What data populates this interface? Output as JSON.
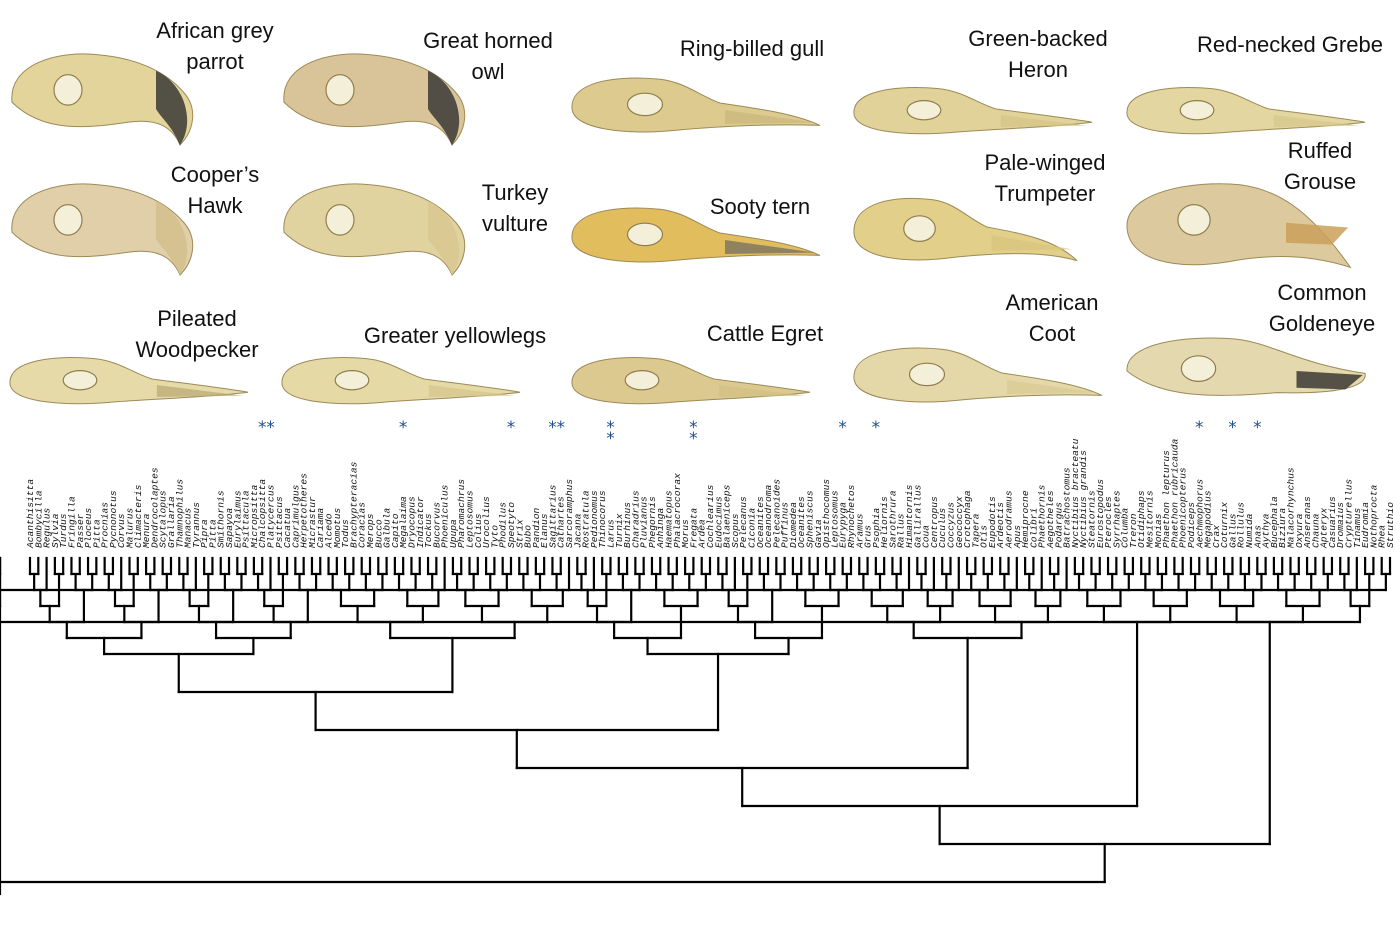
{
  "skulls": [
    {
      "label": [
        "African grey",
        "parrot"
      ],
      "shape": "hook",
      "bone": "#e2d49a",
      "beak": "#3a3a36"
    },
    {
      "label": [
        "Great horned",
        "owl"
      ],
      "shape": "hook",
      "bone": "#d9c49a",
      "beak": "#3a3a36"
    },
    {
      "label": [
        "Ring-billed gull"
      ],
      "shape": "long",
      "bone": "#dcca8e",
      "beak": "#c9b67a"
    },
    {
      "label": [
        "Green-backed",
        "Heron"
      ],
      "shape": "spear",
      "bone": "#e1d29a",
      "beak": "#d4c385"
    },
    {
      "label": [
        "Red-necked Grebe"
      ],
      "shape": "spear",
      "bone": "#e3d6a0",
      "beak": "#d6c68a"
    },
    {
      "label": [
        "Cooper’s",
        "Hawk"
      ],
      "shape": "hook",
      "bone": "#e0cfa8",
      "beak": "#d2c08c"
    },
    {
      "label": [
        "Turkey",
        "vulture"
      ],
      "shape": "hook",
      "bone": "#e1d3a0",
      "beak": "#d8c78f"
    },
    {
      "label": [
        "Sooty tern"
      ],
      "shape": "long",
      "bone": "#e2bd5e",
      "beak": "#6d6a60"
    },
    {
      "label": [
        "Pale-winged",
        "Trumpeter"
      ],
      "shape": "curve",
      "bone": "#e2cf8a",
      "beak": "#d9c47c"
    },
    {
      "label": [
        "Ruffed",
        "Grouse"
      ],
      "shape": "short",
      "bone": "#dcc99e",
      "beak": "#caa05a"
    },
    {
      "label": [
        "Pileated",
        "Woodpecker"
      ],
      "shape": "spear",
      "bone": "#e6dba8",
      "beak": "#b8a872"
    },
    {
      "label": [
        "Greater yellowlegs"
      ],
      "shape": "spear",
      "bone": "#e5d9a6",
      "beak": "#d5c58c"
    },
    {
      "label": [
        "Cattle Egret"
      ],
      "shape": "spear",
      "bone": "#dcc98f",
      "beak": "#d2bf82"
    },
    {
      "label": [
        "American",
        "Coot"
      ],
      "shape": "long",
      "bone": "#e4d8a8",
      "beak": "#d9cb92"
    },
    {
      "label": [
        "Common",
        "Goldeneye"
      ],
      "shape": "duck",
      "bone": "#e3d8ae",
      "beak": "#3c3a34"
    }
  ],
  "taxa": [
    {
      "name": "Acanthisitta"
    },
    {
      "name": "Bombycilla"
    },
    {
      "name": "Regulus"
    },
    {
      "name": "Sylvia"
    },
    {
      "name": "Turdus"
    },
    {
      "name": "Fringilla"
    },
    {
      "name": "Passer"
    },
    {
      "name": "Ploceus"
    },
    {
      "name": "Pitta"
    },
    {
      "name": "Procnias"
    },
    {
      "name": "Pycnonotus"
    },
    {
      "name": "Corvus"
    },
    {
      "name": "Malurus"
    },
    {
      "name": "Climacteris"
    },
    {
      "name": "Menura"
    },
    {
      "name": "Dendrocolaptes"
    },
    {
      "name": "Scytalopus"
    },
    {
      "name": "Grallaria"
    },
    {
      "name": "Thamnophilus"
    },
    {
      "name": "Manacus"
    },
    {
      "name": "Tyrannus"
    },
    {
      "name": "Pipra"
    },
    {
      "name": "Pitta"
    },
    {
      "name": "Smithornis"
    },
    {
      "name": "Sapayoa"
    },
    {
      "name": "Eurylaimus"
    },
    {
      "name": "Psittacula"
    },
    {
      "name": "Micropsitta"
    },
    {
      "name": "Chalcopsitta",
      "star": 1
    },
    {
      "name": "Platycercus",
      "star": 1
    },
    {
      "name": "Psittacus"
    },
    {
      "name": "Cacatua"
    },
    {
      "name": "Caprimulgus"
    },
    {
      "name": "Herpetotheres"
    },
    {
      "name": "Micrastur"
    },
    {
      "name": "Cariama"
    },
    {
      "name": "Alcedo"
    },
    {
      "name": "Momotus"
    },
    {
      "name": "Todus"
    },
    {
      "name": "Brachypteracias"
    },
    {
      "name": "Coracias"
    },
    {
      "name": "Merops"
    },
    {
      "name": "Bucco"
    },
    {
      "name": "Galbula"
    },
    {
      "name": "Capito"
    },
    {
      "name": "Megalaima",
      "star": 1
    },
    {
      "name": "Dryocopus"
    },
    {
      "name": "Indicator"
    },
    {
      "name": "Tockus"
    },
    {
      "name": "Bucorvus"
    },
    {
      "name": "Phoeniculus"
    },
    {
      "name": "Upupa"
    },
    {
      "name": "Pharomachrus"
    },
    {
      "name": "Leptosomus"
    },
    {
      "name": "Colius"
    },
    {
      "name": "Urocolius"
    },
    {
      "name": "Tyto"
    },
    {
      "name": "Phodilus"
    },
    {
      "name": "Speotyto",
      "star": 1
    },
    {
      "name": "Strix"
    },
    {
      "name": "Bubo"
    },
    {
      "name": "Pandion"
    },
    {
      "name": "Elanus"
    },
    {
      "name": "Sagittarius",
      "star": 1
    },
    {
      "name": "Cathartes",
      "star": 1
    },
    {
      "name": "Sarcoramphus"
    },
    {
      "name": "Jacana"
    },
    {
      "name": "Rostratula"
    },
    {
      "name": "Pedionomus"
    },
    {
      "name": "Thinocorus"
    },
    {
      "name": "Larus",
      "star": 2
    },
    {
      "name": "Turnix"
    },
    {
      "name": "Burhinus"
    },
    {
      "name": "Charadrius"
    },
    {
      "name": "Pluvianus"
    },
    {
      "name": "Phegornis"
    },
    {
      "name": "Anhinga"
    },
    {
      "name": "Haematopus"
    },
    {
      "name": "Phalacrocorax"
    },
    {
      "name": "Morus"
    },
    {
      "name": "Fregata",
      "star": 2
    },
    {
      "name": "Ardea"
    },
    {
      "name": "Cochlearius"
    },
    {
      "name": "Eudocimus"
    },
    {
      "name": "Balaeniceps"
    },
    {
      "name": "Scopus"
    },
    {
      "name": "Pelecanus"
    },
    {
      "name": "Ciconia"
    },
    {
      "name": "Oceanites"
    },
    {
      "name": "Oceanodroma"
    },
    {
      "name": "Pelecanoides"
    },
    {
      "name": "Puffinus"
    },
    {
      "name": "Diomedea"
    },
    {
      "name": "Oceanites"
    },
    {
      "name": "Spheniscus"
    },
    {
      "name": "Gavia"
    },
    {
      "name": "Opisthocomus"
    },
    {
      "name": "Leptosomus"
    },
    {
      "name": "Eurypyga",
      "star": 1
    },
    {
      "name": "Rhynochetos"
    },
    {
      "name": "Aramus"
    },
    {
      "name": "Grus"
    },
    {
      "name": "Psophia",
      "star": 1
    },
    {
      "name": "Heliornis"
    },
    {
      "name": "Sarothrura"
    },
    {
      "name": "Rallus"
    },
    {
      "name": "Himantornis"
    },
    {
      "name": "Gallirallus"
    },
    {
      "name": "Coua"
    },
    {
      "name": "Centropus"
    },
    {
      "name": "Cuculus"
    },
    {
      "name": "Coccyzus"
    },
    {
      "name": "Geococcyx"
    },
    {
      "name": "Crotophaga"
    },
    {
      "name": "Tapera"
    },
    {
      "name": "Otis"
    },
    {
      "name": "Eupodotis"
    },
    {
      "name": "Ardeotis"
    },
    {
      "name": "Aerodramus"
    },
    {
      "name": "Apus"
    },
    {
      "name": "Hemiprocne"
    },
    {
      "name": "Colibri"
    },
    {
      "name": "Phaethornis"
    },
    {
      "name": "Aegotheles"
    },
    {
      "name": "Podargus"
    },
    {
      "name": "Batrachostomus"
    },
    {
      "name": "Nyctibius bracteatu"
    },
    {
      "name": "Nyctibius grandis"
    },
    {
      "name": "Steatornis"
    },
    {
      "name": "Eurostopodus"
    },
    {
      "name": "Pterocles"
    },
    {
      "name": "Syrrhaptes"
    },
    {
      "name": "Columba"
    },
    {
      "name": "Treron"
    },
    {
      "name": "Otidiphaps"
    },
    {
      "name": "Mesitornis"
    },
    {
      "name": "Monias"
    },
    {
      "name": "Phaethon lepturus"
    },
    {
      "name": "Phaethon rubricauda"
    },
    {
      "name": "Phoenicopterus"
    },
    {
      "name": "Podiceps"
    },
    {
      "name": "Aechmophorus",
      "star": 1
    },
    {
      "name": "Megapodius"
    },
    {
      "name": "Crax"
    },
    {
      "name": "Coturnix"
    },
    {
      "name": "Gallus",
      "star": 1
    },
    {
      "name": "Rollulus"
    },
    {
      "name": "Numida"
    },
    {
      "name": "Anas",
      "star": 1
    },
    {
      "name": "Aythya"
    },
    {
      "name": "Bucephala"
    },
    {
      "name": "Biziura"
    },
    {
      "name": "Malacorhynchus"
    },
    {
      "name": "Oxyura"
    },
    {
      "name": "Anseranas"
    },
    {
      "name": "Chauna"
    },
    {
      "name": "Apteryx"
    },
    {
      "name": "Casuarius"
    },
    {
      "name": "Dromaius"
    },
    {
      "name": "Crypturellus"
    },
    {
      "name": "Tinamus"
    },
    {
      "name": "Eudromia"
    },
    {
      "name": "Nothoprocta"
    },
    {
      "name": "Rhea"
    },
    {
      "name": "Struthio"
    }
  ]
}
